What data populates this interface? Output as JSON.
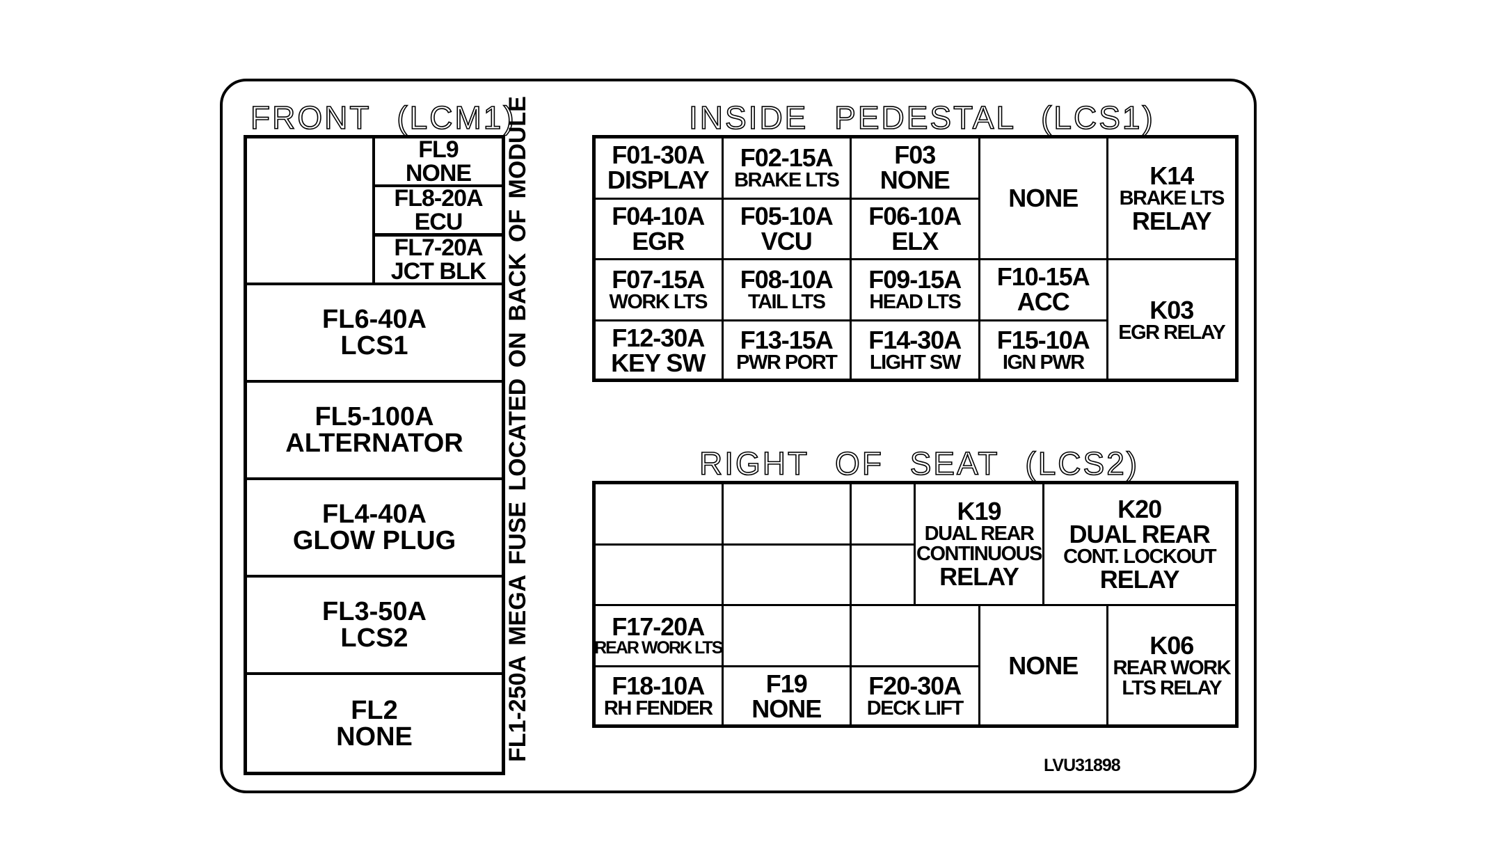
{
  "front": {
    "title": "FRONT (LCM1)",
    "vertical_note": "FL1-250A MEGA FUSE LOCATED ON BACK OF MODULE",
    "cells": [
      {
        "id": "blank",
        "lines": []
      },
      {
        "id": "fl9",
        "lines": [
          "FL9",
          "NONE"
        ]
      },
      {
        "id": "fl8",
        "lines": [
          "FL8-20A",
          "ECU"
        ]
      },
      {
        "id": "fl7",
        "lines": [
          "FL7-20A",
          "JCT BLK"
        ]
      },
      {
        "id": "fl6",
        "lines": [
          "FL6-40A",
          "LCS1"
        ]
      },
      {
        "id": "fl5",
        "lines": [
          "FL5-100A",
          "ALTERNATOR"
        ]
      },
      {
        "id": "fl4",
        "lines": [
          "FL4-40A",
          "GLOW PLUG"
        ]
      },
      {
        "id": "fl3",
        "lines": [
          "FL3-50A",
          "LCS2"
        ]
      },
      {
        "id": "fl2",
        "lines": [
          "FL2",
          "NONE"
        ]
      }
    ]
  },
  "pedestal": {
    "title": "INSIDE PEDESTAL (LCS1)",
    "cells": [
      {
        "id": "f01",
        "lines": [
          "F01-30A",
          "DISPLAY"
        ]
      },
      {
        "id": "f02",
        "lines": [
          "F02-15A",
          "BRAKE LTS"
        ]
      },
      {
        "id": "f03",
        "lines": [
          "F03",
          "NONE"
        ]
      },
      {
        "id": "none-a",
        "lines": [
          "NONE"
        ]
      },
      {
        "id": "k14",
        "lines": [
          "K14",
          "BRAKE LTS",
          "RELAY"
        ]
      },
      {
        "id": "f04",
        "lines": [
          "F04-10A",
          "EGR"
        ]
      },
      {
        "id": "f05",
        "lines": [
          "F05-10A",
          "VCU"
        ]
      },
      {
        "id": "f06",
        "lines": [
          "F06-10A",
          "ELX"
        ]
      },
      {
        "id": "f07",
        "lines": [
          "F07-15A",
          "WORK LTS"
        ]
      },
      {
        "id": "f08",
        "lines": [
          "F08-10A",
          "TAIL LTS"
        ]
      },
      {
        "id": "f09",
        "lines": [
          "F09-15A",
          "HEAD LTS"
        ]
      },
      {
        "id": "f10",
        "lines": [
          "F10-15A",
          "ACC"
        ]
      },
      {
        "id": "k03",
        "lines": [
          "K03",
          "EGR RELAY"
        ]
      },
      {
        "id": "f12",
        "lines": [
          "F12-30A",
          "KEY SW"
        ]
      },
      {
        "id": "f13",
        "lines": [
          "F13-15A",
          "PWR PORT"
        ]
      },
      {
        "id": "f14",
        "lines": [
          "F14-30A",
          "LIGHT SW"
        ]
      },
      {
        "id": "f15",
        "lines": [
          "F15-10A",
          "IGN PWR"
        ]
      }
    ]
  },
  "seat": {
    "title": "RIGHT OF SEAT (LCS2)",
    "cells": [
      {
        "id": "r1c1",
        "lines": []
      },
      {
        "id": "r1c2",
        "lines": []
      },
      {
        "id": "r1c3",
        "lines": []
      },
      {
        "id": "k19",
        "lines": [
          "K19",
          "DUAL REAR",
          "CONTINUOUS",
          "RELAY"
        ]
      },
      {
        "id": "k20",
        "lines": [
          "K20",
          "DUAL REAR",
          "CONT. LOCKOUT",
          "RELAY"
        ]
      },
      {
        "id": "r2c1",
        "lines": []
      },
      {
        "id": "r2c2",
        "lines": []
      },
      {
        "id": "r2c3",
        "lines": []
      },
      {
        "id": "f17",
        "lines": [
          "F17-20A",
          "REAR WORK LTS"
        ]
      },
      {
        "id": "r3c2",
        "lines": []
      },
      {
        "id": "r3c3",
        "lines": []
      },
      {
        "id": "none-b",
        "lines": [
          "NONE"
        ]
      },
      {
        "id": "k06",
        "lines": [
          "K06",
          "REAR WORK",
          "LTS RELAY"
        ]
      },
      {
        "id": "f18",
        "lines": [
          "F18-10A",
          "RH FENDER"
        ]
      },
      {
        "id": "f19",
        "lines": [
          "F19",
          "NONE"
        ]
      },
      {
        "id": "f20",
        "lines": [
          "F20-30A",
          "DECK LIFT"
        ]
      }
    ]
  },
  "part_number": "LVU31898"
}
